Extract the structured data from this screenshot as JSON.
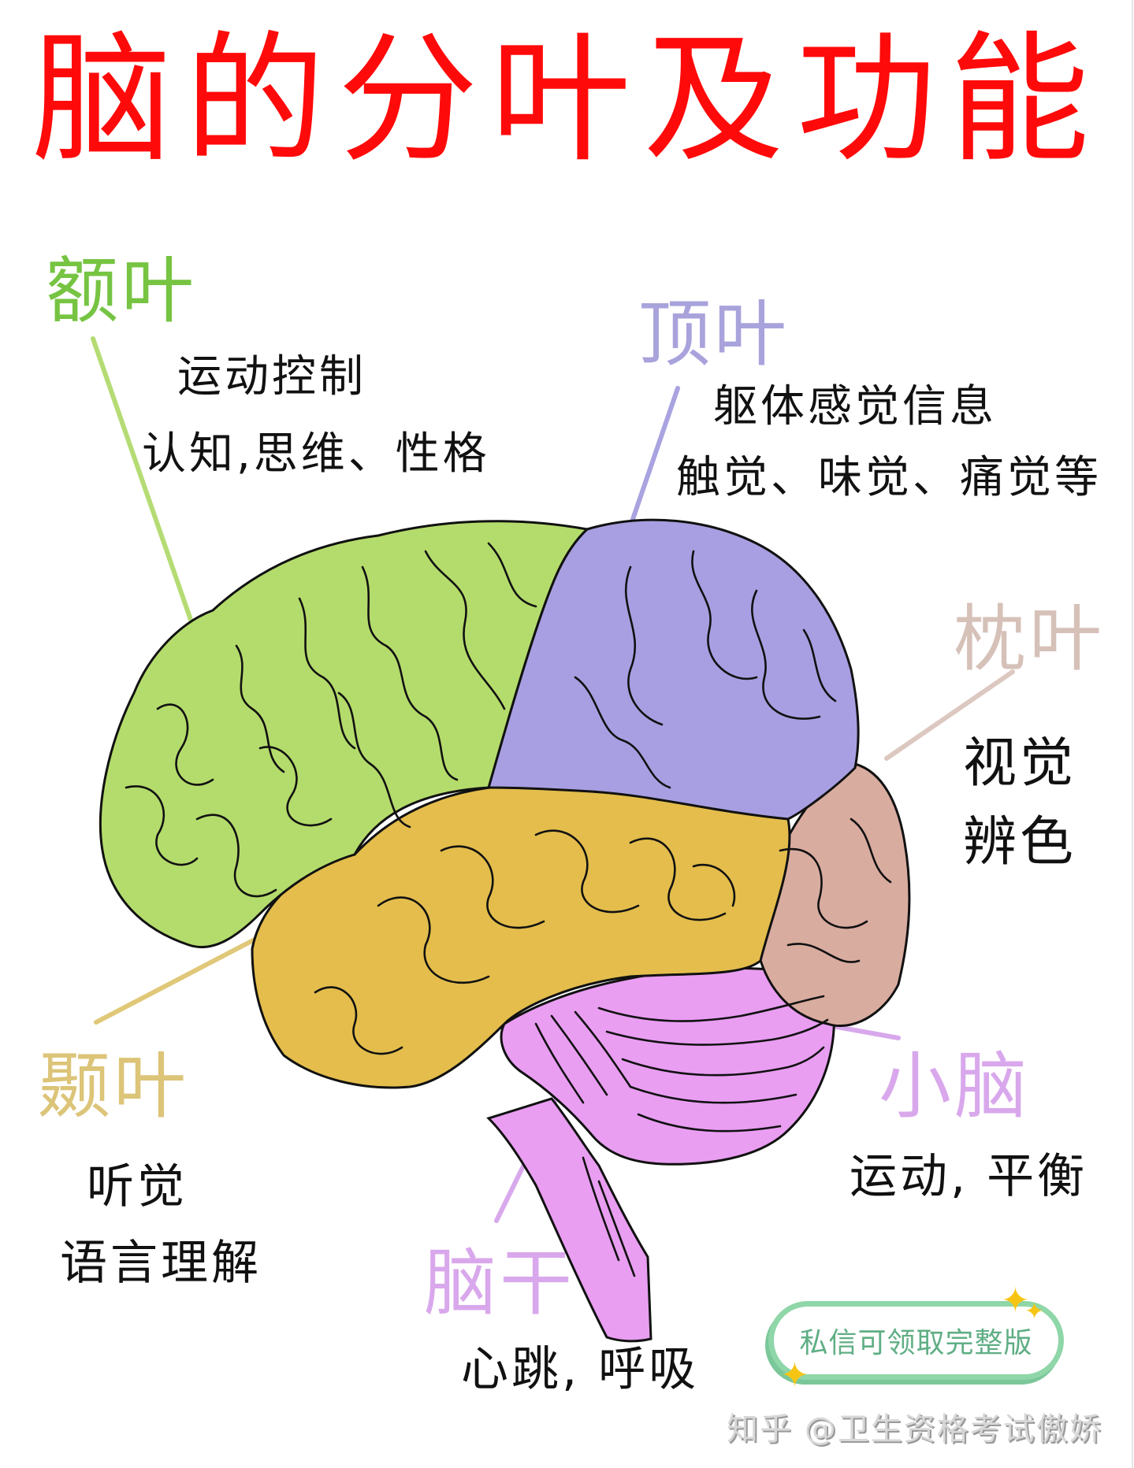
{
  "title": "脑的分叶及功能",
  "lobes": {
    "frontal": {
      "name": "额叶",
      "color": "#76c442",
      "fill": "#b4dc6c",
      "functions": [
        "运动控制",
        "认知,思维、性格"
      ]
    },
    "parietal": {
      "name": "顶叶",
      "color": "#a9a3dc",
      "fill": "#a89fe2",
      "functions": [
        "躯体感觉信息",
        "触觉、味觉、痛觉等"
      ]
    },
    "occipital": {
      "name": "枕叶",
      "color": "#d6c1b9",
      "fill": "#d9aca0",
      "functions": [
        "视觉",
        "辨色"
      ]
    },
    "temporal": {
      "name": "颞叶",
      "color": "#dcc478",
      "fill": "#e4bd4c",
      "functions": [
        "听觉",
        "语言理解"
      ]
    },
    "cerebellum": {
      "name": "小脑",
      "color": "#d9a8ec",
      "fill": "#e99ef2",
      "functions": [
        "运动, 平衡"
      ]
    },
    "brainstem": {
      "name": "脑干",
      "color": "#d9a8ec",
      "fill": "#e99ef2",
      "functions": [
        "心跳, 呼吸"
      ]
    }
  },
  "cta": {
    "label": "私信可领取完整版",
    "text_color": "#5fae84",
    "border_color": "#8fd6a8",
    "star_color": "#f6c514"
  },
  "watermark": "知乎 @卫生资格考试傲娇",
  "icons": {
    "star": "✦"
  }
}
